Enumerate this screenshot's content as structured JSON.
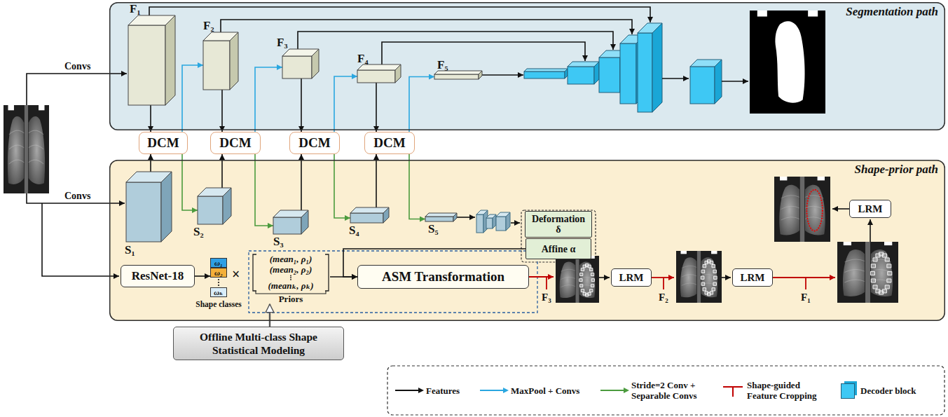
{
  "diagram": {
    "nodes": [
      {
        "text": [
          "Segmentation path"
        ]
      },
      {
        "text": [
          "F₁"
        ],
        "in": 0
      },
      {
        "text": [
          "F₂"
        ],
        "in": 0
      },
      {
        "text": [
          "F₃"
        ],
        "in": 0
      },
      {
        "text": [
          "F₄"
        ],
        "in": 0
      },
      {
        "text": [
          "F₅"
        ],
        "in": 0
      },
      {
        "text": [
          "DCM"
        ]
      },
      {
        "text": [
          "DCM"
        ]
      },
      {
        "text": [
          "DCM"
        ]
      },
      {
        "text": [
          "DCM"
        ]
      },
      {
        "text": [
          "Shape-prior path"
        ]
      },
      {
        "text": [
          "S₁"
        ],
        "in": 10
      },
      {
        "text": [
          "S₂"
        ],
        "in": 10
      },
      {
        "text": [
          "S₃"
        ],
        "in": 10
      },
      {
        "text": [
          "S₄"
        ],
        "in": 10
      },
      {
        "text": [
          "S₅"
        ],
        "in": 10
      },
      {
        "text": [
          "Deformation δ"
        ],
        "in": 10
      },
      {
        "text": [
          "Affine α"
        ],
        "in": 10
      },
      {
        "text": [
          "ResNet-18"
        ],
        "in": 10
      },
      {
        "text": [
          "ω₁",
          "ω₂",
          "ωₖ",
          "Shape classes"
        ],
        "in": 10
      },
      {
        "text": [
          "(mean₁, ρ₁)",
          "(mean₂, ρ₂)",
          "(meanₖ, ρₖ)",
          "Priors"
        ],
        "in": 10
      },
      {
        "text": [
          "ASM Transformation"
        ],
        "in": 10
      },
      {
        "text": [
          "LRM"
        ],
        "in": 10
      },
      {
        "text": [
          "LRM"
        ],
        "in": 10
      },
      {
        "text": [
          "LRM"
        ],
        "in": 10
      },
      {
        "text": [
          "Offline Multi-class Shape Statistical Modeling"
        ]
      }
    ],
    "edges": [
      {
        "from": 1,
        "to": 6,
        "arrow": "to"
      },
      {
        "from": 11,
        "to": 6,
        "arrow": "to"
      },
      {
        "from": 6,
        "to": 2,
        "arrow": "to"
      },
      {
        "from": 6,
        "to": 12,
        "arrow": "to"
      },
      {
        "from": 2,
        "to": 7,
        "arrow": "to"
      },
      {
        "from": 12,
        "to": 7,
        "arrow": "to"
      },
      {
        "from": 7,
        "to": 3,
        "arrow": "to"
      },
      {
        "from": 7,
        "to": 13,
        "arrow": "to"
      },
      {
        "from": 3,
        "to": 8,
        "arrow": "to"
      },
      {
        "from": 13,
        "to": 8,
        "arrow": "to"
      },
      {
        "from": 8,
        "to": 4,
        "arrow": "to"
      },
      {
        "from": 8,
        "to": 14,
        "arrow": "to"
      },
      {
        "from": 4,
        "to": 9,
        "arrow": "to"
      },
      {
        "from": 14,
        "to": 9,
        "arrow": "to"
      },
      {
        "from": 9,
        "to": 5,
        "arrow": "to"
      },
      {
        "from": 9,
        "to": 15,
        "arrow": "to"
      },
      {
        "from": 18,
        "to": 19,
        "arrow": "to"
      },
      {
        "from": 20,
        "to": 21,
        "arrow": "to"
      },
      {
        "from": 17,
        "to": 21,
        "arrow": "to"
      },
      {
        "from": 25,
        "to": 20,
        "arrow": "to"
      }
    ],
    "labels": [
      "Convs",
      "Convs",
      "×",
      "F₃",
      "F₂",
      "F₁"
    ],
    "legend": [
      {
        "text": "Features"
      },
      {
        "text": "MaxPool + Convs"
      },
      {
        "text": "Stride=2 Conv + Separable Convs"
      },
      {
        "text": "Shape-guided Feature Cropping"
      },
      {
        "text": "Decoder block",
        "color": "#3ec8f4"
      }
    ]
  }
}
